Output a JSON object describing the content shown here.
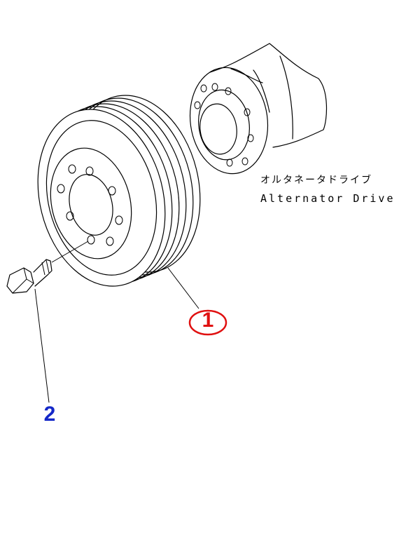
{
  "labels": {
    "caption_jp": "オルタネータドライブ",
    "caption_en": "Alternator Drive"
  },
  "callouts": [
    {
      "number": "1",
      "color": "#e01010",
      "part": "pulley"
    },
    {
      "number": "2",
      "color": "#1428c8",
      "part": "bolt"
    }
  ]
}
